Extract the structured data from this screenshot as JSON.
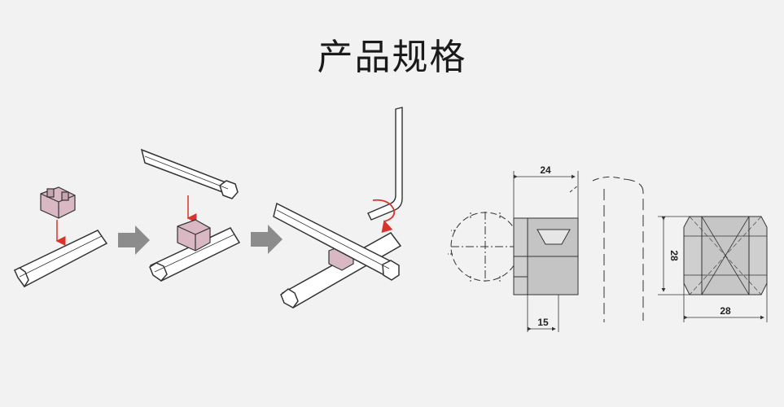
{
  "heading": "产品规格",
  "colors": {
    "background": "#f2f2f2",
    "tube_fill": "#ffffff",
    "connector_fill": "#d9b8c4",
    "arrow_red": "#d9342b",
    "step_arrow": "#8c8c8c",
    "line": "#333333"
  },
  "dimensions": {
    "top_width": "24",
    "bottom_width": "15",
    "side_height": "28",
    "side_width": "28"
  },
  "icons": [
    "assembly-step-arrow-icon",
    "rotation-arrow-icon",
    "hex-key-icon"
  ]
}
